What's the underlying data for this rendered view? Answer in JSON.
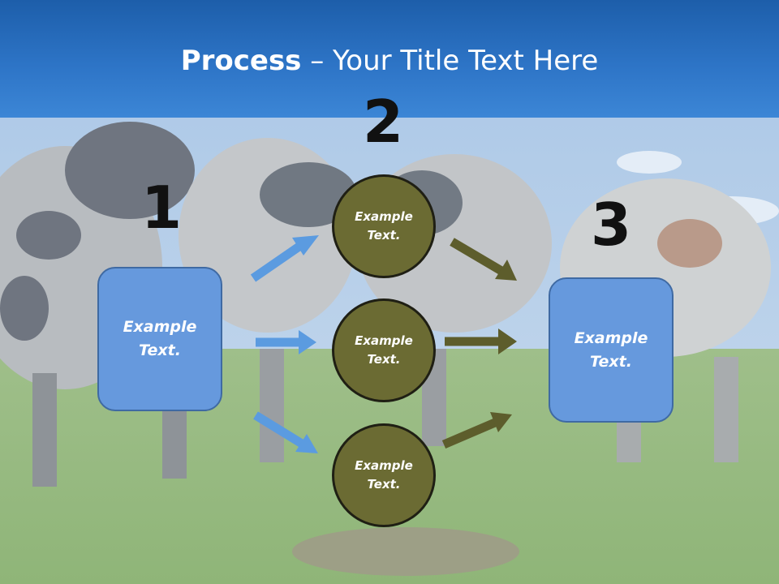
{
  "slide": {
    "title_bold": "Process",
    "title_rest": " – Your Title Text Here"
  },
  "steps": [
    {
      "number": "1",
      "box_text": "Example\nText."
    },
    {
      "number": "2",
      "circles": [
        {
          "text": "Example\nText."
        },
        {
          "text": "Example\nText."
        },
        {
          "text": "Example\nText."
        }
      ]
    },
    {
      "number": "3",
      "box_text": "Example\nText."
    }
  ],
  "colors": {
    "title_band": "#2d74c6",
    "box_fill": "#6699dd",
    "circle_fill": "#6b6b33",
    "arrow_left": "#5b9be0",
    "arrow_right": "#5d5d2c"
  }
}
